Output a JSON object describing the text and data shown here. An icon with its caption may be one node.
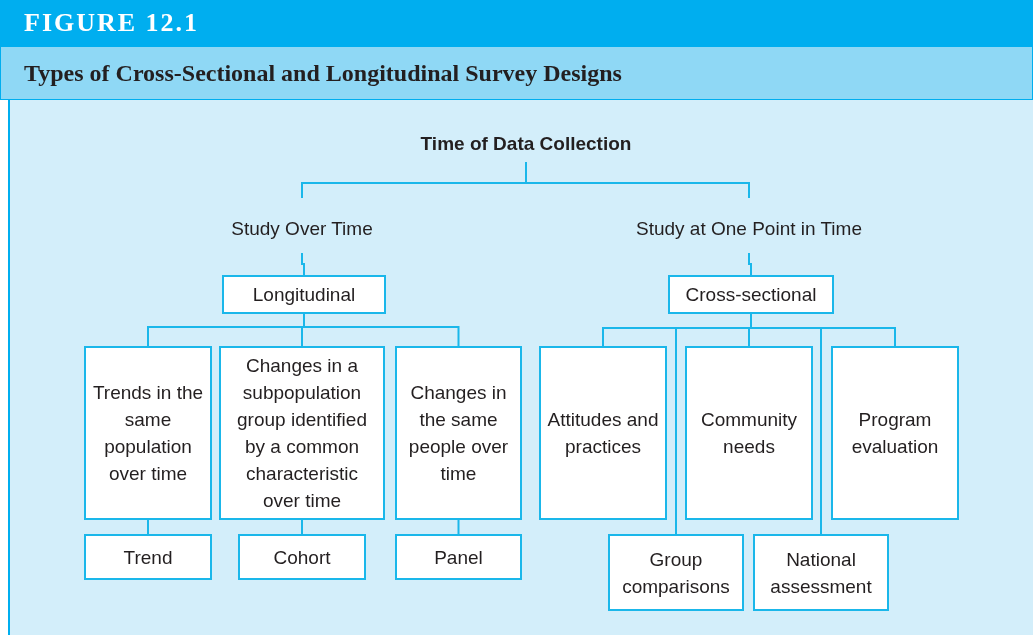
{
  "diagram": {
    "title": "Types of Cross-Sectional and Longitudinal Survey Designs",
    "labels": [
      "FIGURE 12.1"
    ],
    "nodes": [
      {
        "text": [
          "Time of Data Collection"
        ]
      },
      {
        "text": [
          "Study Over Time"
        ]
      },
      {
        "text": [
          "Study at One Point in Time"
        ]
      },
      {
        "text": [
          "Longitudinal"
        ]
      },
      {
        "text": [
          "Cross-sectional"
        ]
      },
      {
        "text": [
          "Trends in the same population over time"
        ]
      },
      {
        "text": [
          "Changes in a subpopulation group identified by a common characteristic over time"
        ]
      },
      {
        "text": [
          "Changes in the same people over time"
        ]
      },
      {
        "text": [
          "Trend"
        ]
      },
      {
        "text": [
          "Cohort"
        ]
      },
      {
        "text": [
          "Panel"
        ]
      },
      {
        "text": [
          "Attitudes and practices"
        ]
      },
      {
        "text": [
          "Community needs"
        ]
      },
      {
        "text": [
          "Program evaluation"
        ]
      },
      {
        "text": [
          "Group comparisons"
        ]
      },
      {
        "text": [
          "National assessment"
        ]
      }
    ],
    "edges": [
      {
        "from": 0,
        "to": 1,
        "arrow": "none"
      },
      {
        "from": 0,
        "to": 2,
        "arrow": "none"
      },
      {
        "from": 1,
        "to": 3,
        "arrow": "none"
      },
      {
        "from": 2,
        "to": 4,
        "arrow": "none"
      },
      {
        "from": 3,
        "to": 5,
        "arrow": "none"
      },
      {
        "from": 3,
        "to": 6,
        "arrow": "none"
      },
      {
        "from": 3,
        "to": 7,
        "arrow": "none"
      },
      {
        "from": 5,
        "to": 8,
        "arrow": "none"
      },
      {
        "from": 6,
        "to": 9,
        "arrow": "none"
      },
      {
        "from": 7,
        "to": 10,
        "arrow": "none"
      },
      {
        "from": 4,
        "to": 11,
        "arrow": "none"
      },
      {
        "from": 4,
        "to": 14,
        "arrow": "none"
      },
      {
        "from": 4,
        "to": 12,
        "arrow": "none"
      },
      {
        "from": 4,
        "to": 15,
        "arrow": "none"
      },
      {
        "from": 4,
        "to": 13,
        "arrow": "none"
      }
    ]
  }
}
